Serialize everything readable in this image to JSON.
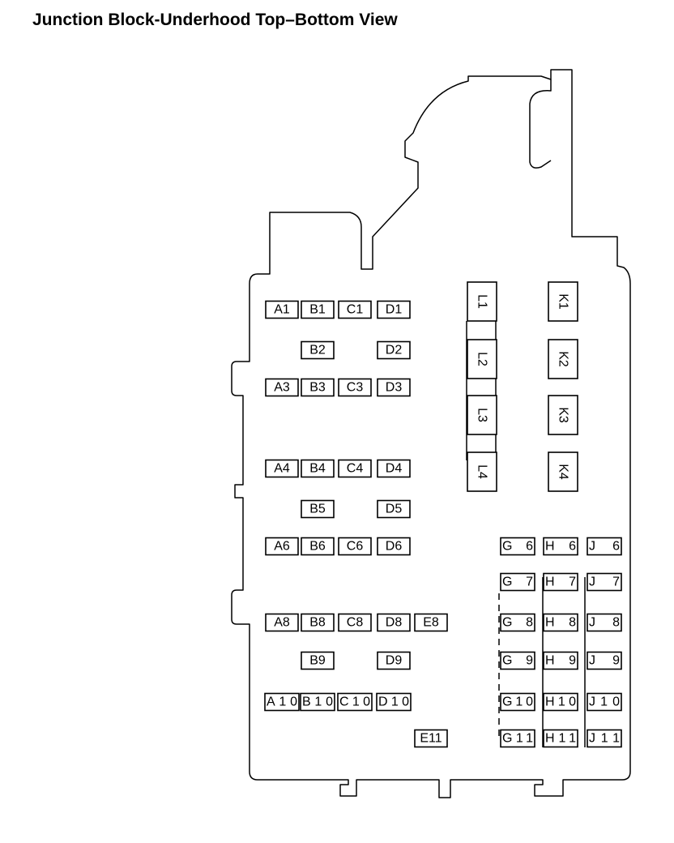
{
  "title": "Junction Block-Underhood Top–Bottom View",
  "colors": {
    "ink": "#000000",
    "background": "#ffffff"
  },
  "cells": {
    "A1": "A1",
    "B1": "B1",
    "C1": "C1",
    "D1": "D1",
    "B2": "B2",
    "D2": "D2",
    "A3": "A3",
    "B3": "B3",
    "C3": "C3",
    "D3": "D3",
    "A4": "A4",
    "B4": "B4",
    "C4": "C4",
    "D4": "D4",
    "B5": "B5",
    "D5": "D5",
    "A6": "A6",
    "B6": "B6",
    "C6": "C6",
    "D6": "D6",
    "A8": "A8",
    "B8": "B8",
    "C8": "C8",
    "D8": "D8",
    "E8": "E8",
    "B9": "B9",
    "D9": "D9",
    "A10": "A10",
    "B10": "B10",
    "C10": "C10",
    "D10": "D10",
    "E11": "E11",
    "G6": "G6",
    "H6": "H6",
    "J6": "J6",
    "G7": "G7",
    "H7": "H7",
    "J7": "J7",
    "G8": "G8",
    "H8": "H8",
    "J8": "J8",
    "G9": "G9",
    "H9": "H9",
    "J9": "J9",
    "G10": "G10",
    "H10": "H10",
    "J10": "J10",
    "G11": "G11",
    "H11": "H11",
    "J11": "J11",
    "L1": "L1",
    "L2": "L2",
    "L3": "L3",
    "L4": "L4",
    "K1": "K1",
    "K2": "K2",
    "K3": "K3",
    "K4": "K4"
  }
}
